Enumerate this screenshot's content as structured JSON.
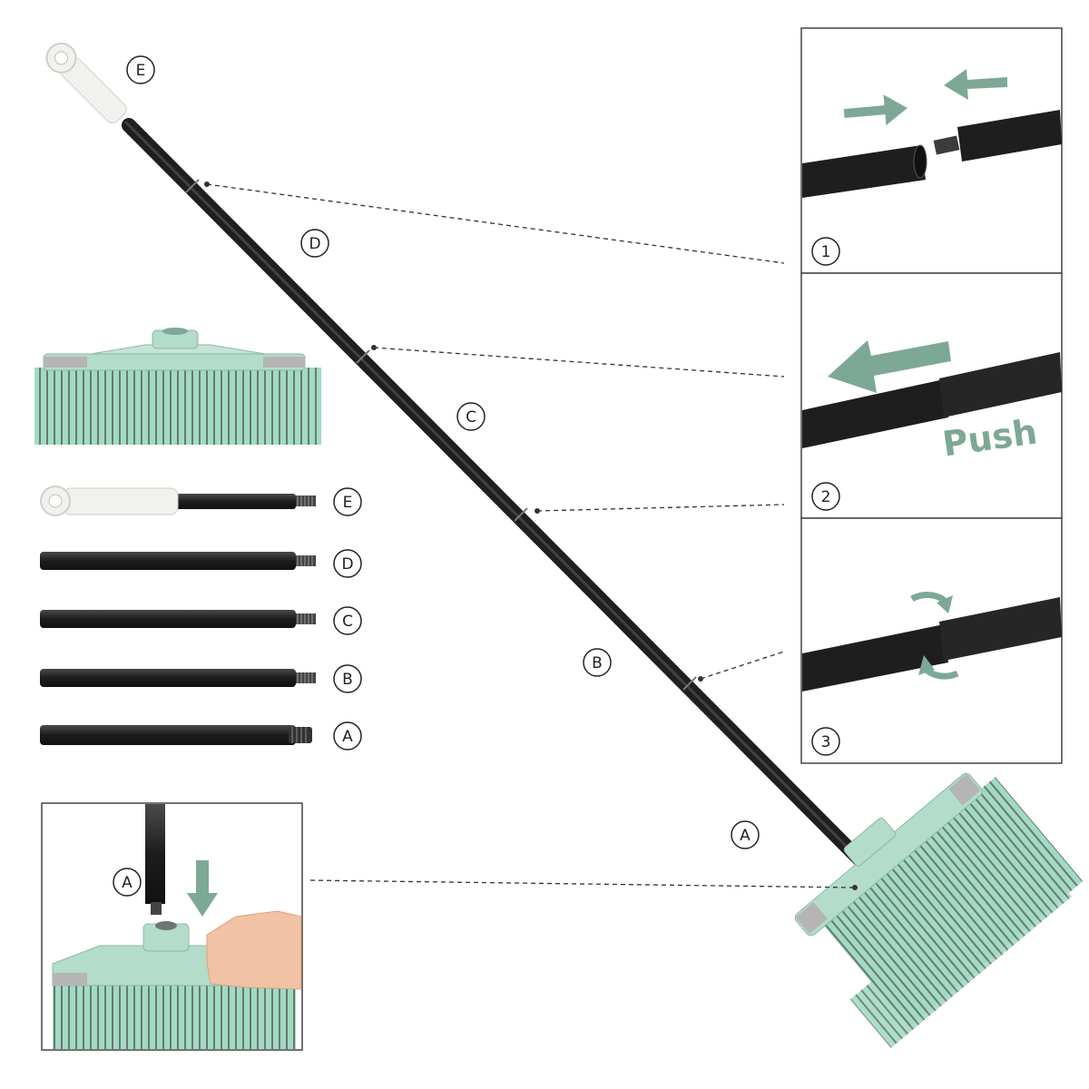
{
  "labels": {
    "main_e": "E",
    "main_d": "D",
    "main_c": "C",
    "main_b": "B",
    "main_a": "A",
    "parts": [
      "E",
      "D",
      "C",
      "B",
      "A"
    ],
    "inset_a": "A"
  },
  "steps": [
    {
      "number": "1"
    },
    {
      "number": "2",
      "text": "Push"
    },
    {
      "number": "3"
    }
  ],
  "colors": {
    "pole": "#222222",
    "broom_green": "#b3dccb",
    "bristle_green": "#8fd3b5",
    "bristle_gray": "#6f7477",
    "arrow_green": "#7ea896",
    "handle_white": "#f1f1ee",
    "frame": "#444444"
  },
  "icons": [
    "arrow-right-icon",
    "arrow-left-icon",
    "arrow-left-large-icon",
    "rotate-icon",
    "arrow-down-icon"
  ]
}
